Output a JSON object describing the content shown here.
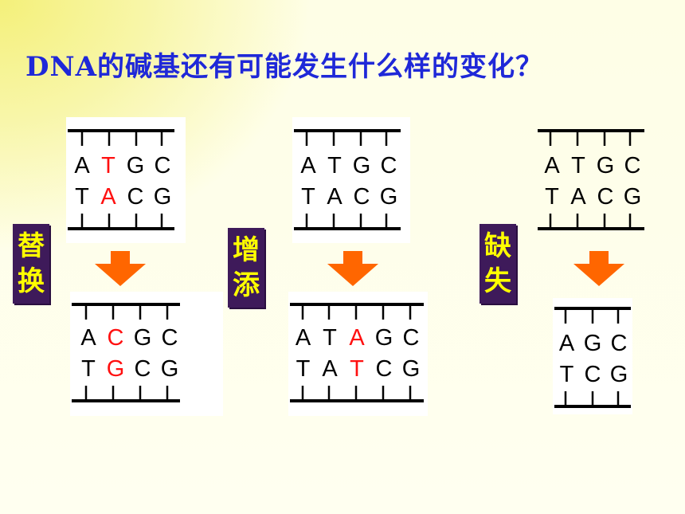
{
  "title": "DNA的碱基还有可能发生什么样的变化？",
  "colors": {
    "title": "#1f28d8",
    "highlight": "#ff1010",
    "arrow": "#ff6600",
    "label_bg": "#3e1a5a",
    "label_text": "#ffff00"
  },
  "mutations": [
    {
      "label": [
        "替",
        "换"
      ],
      "before": {
        "top": [
          "A",
          "T",
          "G",
          "C"
        ],
        "bottom": [
          "T",
          "A",
          "C",
          "G"
        ]
      },
      "after": {
        "top": [
          "A",
          "C",
          "G",
          "C"
        ],
        "bottom": [
          "T",
          "G",
          "C",
          "G"
        ]
      }
    },
    {
      "label": [
        "增",
        "添"
      ],
      "before": {
        "top": [
          "A",
          "T",
          "G",
          "C"
        ],
        "bottom": [
          "T",
          "A",
          "C",
          "G"
        ]
      },
      "after": {
        "top": [
          "A",
          "T",
          "A",
          "G",
          "C"
        ],
        "bottom": [
          "T",
          "A",
          "T",
          "C",
          "G"
        ]
      }
    },
    {
      "label": [
        "缺",
        "失"
      ],
      "before": {
        "top": [
          "A",
          "T",
          "G",
          "C"
        ],
        "bottom": [
          "T",
          "A",
          "C",
          "G"
        ]
      },
      "after": {
        "top": [
          "A",
          "G",
          "C"
        ],
        "bottom": [
          "T",
          "C",
          "G"
        ]
      }
    }
  ]
}
